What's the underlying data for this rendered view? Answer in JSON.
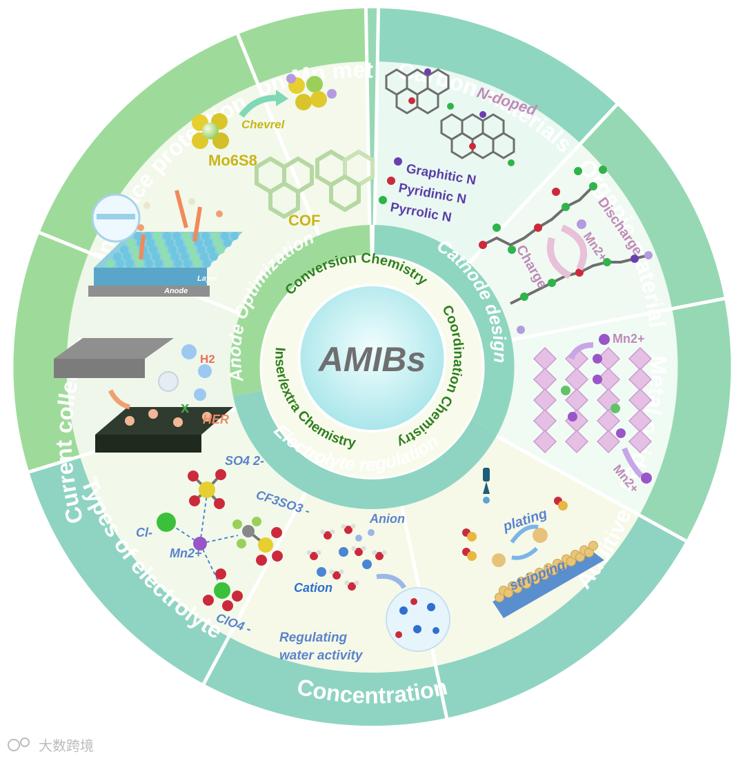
{
  "center": {
    "title": "AMIBs",
    "mechanisms": [
      "Conversion Chemistry",
      "Coordination Chemistry",
      "Inser/extra Chemistry"
    ]
  },
  "strategies": {
    "anode": "Anode Optimization",
    "cathode": "Cathode design",
    "electrolyte": "Electrolyte regulation"
  },
  "segments": [
    {
      "label": "Non-Mn metal"
    },
    {
      "label": "Carbon materials"
    },
    {
      "label": "Organic materials"
    },
    {
      "label": "Metal oxides"
    },
    {
      "label": "Additive"
    },
    {
      "label": "Concentration"
    },
    {
      "label": "Types of electrolyte"
    },
    {
      "label": "Current collector"
    },
    {
      "label": "Interface protention"
    }
  ],
  "details": {
    "non_mn": {
      "mo6s8": "Mo6S8",
      "chevrel": "Chevrel",
      "cof": "COF"
    },
    "carbon": {
      "ndoped": "N-doped",
      "graphitic": "Graphitic N",
      "pyridinic": "Pyridinic N",
      "pyrrolic": "Pyrrolic N"
    },
    "organic": {
      "discharge": "Discharge",
      "charge": "Charge",
      "ion": "Mn2+"
    },
    "oxides": {
      "ion_in": "Mn2+",
      "ion_out": "Mn2+"
    },
    "additive": {
      "plating": "plating",
      "stripping": "stripping"
    },
    "concentration": {
      "anion": "Anion",
      "cation": "Cation",
      "water1": "Regulating",
      "water2": "water activity"
    },
    "types": {
      "so4": "SO4 2-",
      "cf3so3": "CF3SO3 -",
      "cl": "Cl-",
      "mn": "Mn2+",
      "clo4": "ClO4 -"
    },
    "collector": {
      "h2": "H2",
      "her": "HER"
    },
    "interface": {
      "anode": "Anode",
      "layer": "Layer"
    }
  },
  "watermark": "大数跨境",
  "colors": {
    "ring": "#93d8a8",
    "ring_teal": "#8fd4c2",
    "center": "#bfeeee",
    "inner_ring": "#f7fbe8",
    "title_text": "#707070",
    "mech_text": "#2f7f1e",
    "label_text": "#ffffff",
    "ion_purple": "#6c3fb0",
    "pink_text": "#c08ab8",
    "orange_text": "#ee8a67",
    "blue_text": "#5b83cc"
  }
}
